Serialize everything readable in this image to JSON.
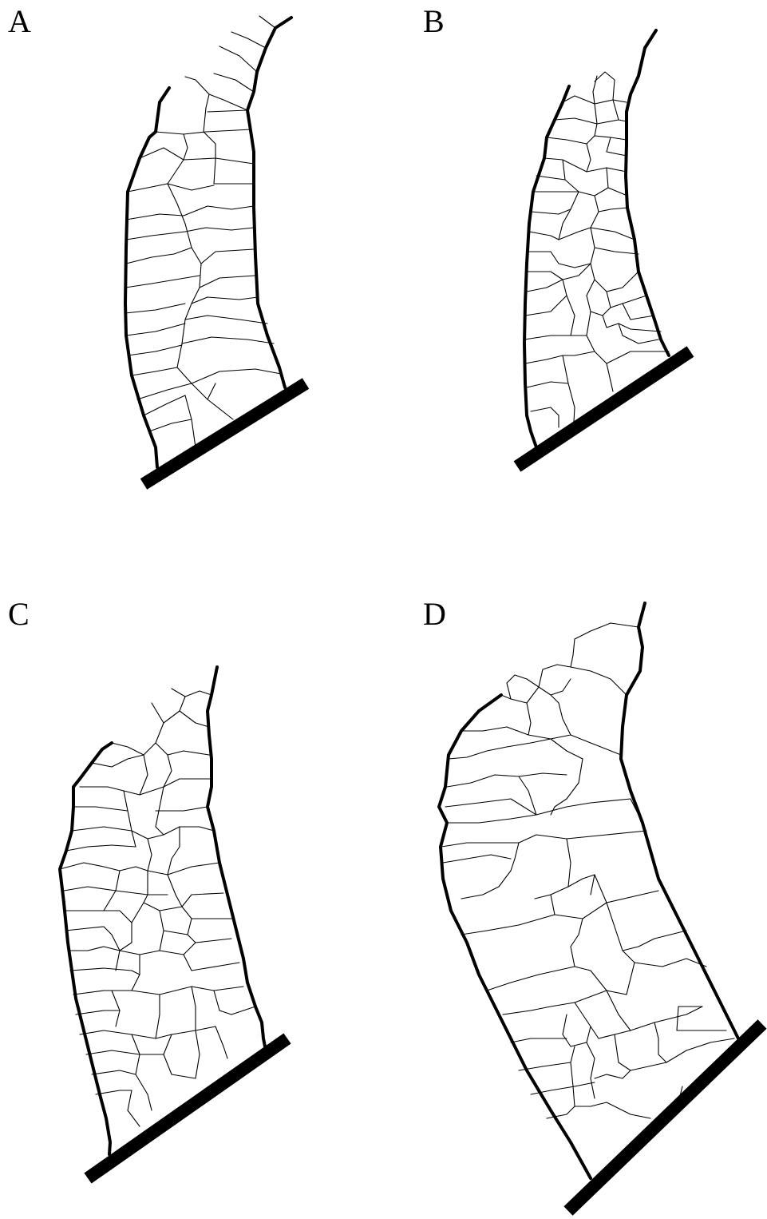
{
  "panels": [
    {
      "id": "A",
      "label": "A"
    },
    {
      "id": "B",
      "label": "B"
    },
    {
      "id": "C",
      "label": "C"
    },
    {
      "id": "D",
      "label": "D"
    }
  ],
  "colors": {
    "ink": "#000000",
    "background": "#ffffff"
  }
}
